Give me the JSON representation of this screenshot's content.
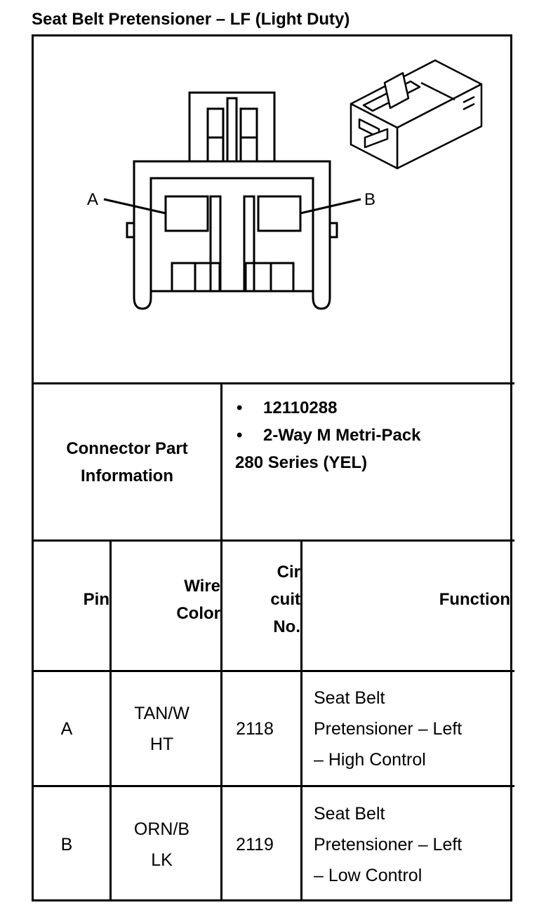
{
  "title": "Seat Belt Pretensioner – LF (Light Duty)",
  "diagram": {
    "pin_labels": [
      "A",
      "B"
    ]
  },
  "connector_info": {
    "label_line1": "Connector Part",
    "label_line2": "Information",
    "bullets": [
      "12110288",
      "2-Way M Metri-Pack"
    ],
    "series": "280 Series (YEL)"
  },
  "table": {
    "headers": {
      "pin": [
        "Pin"
      ],
      "wire_color": [
        "Wire",
        "Color"
      ],
      "circuit": [
        "Cir",
        "cuit",
        "No."
      ],
      "function": [
        "Function"
      ]
    },
    "rows": [
      {
        "pin": "A",
        "wire_color": [
          "TAN/W",
          "HT"
        ],
        "circuit": "2118",
        "function": [
          "Seat Belt",
          "Pretensioner – Left",
          "– High Control"
        ]
      },
      {
        "pin": "B",
        "wire_color": [
          "ORN/B",
          "LK"
        ],
        "circuit": "2119",
        "function": [
          "Seat Belt",
          "Pretensioner – Left",
          "– Low Control"
        ]
      }
    ]
  }
}
